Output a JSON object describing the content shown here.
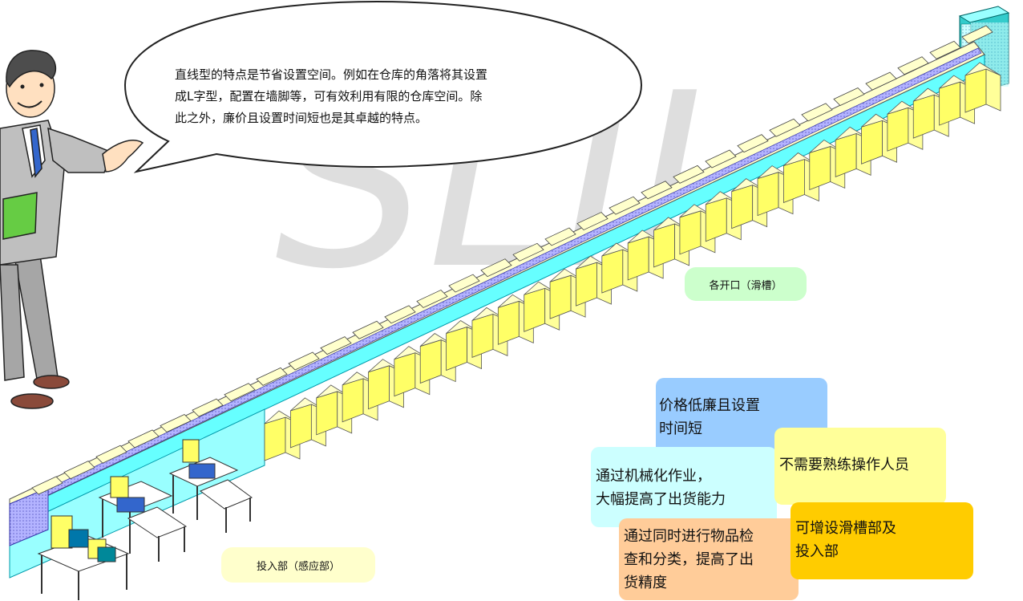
{
  "speech_bubble": {
    "lines": [
      "直线型的特点是节省设置空间。例如在仓库的角落将其设置",
      "成L字型，配置在墙脚等，可有效利用有限的仓库空间。除",
      "此之外，廉价且设置时间短也是其卓越的特点。"
    ]
  },
  "watermark": {
    "text": "SLII",
    "color": "#d9d9d9"
  },
  "labels": {
    "chutes": "各开口（滑槽）",
    "induction": "投入部（感应部）"
  },
  "features": [
    {
      "lines": [
        "价格低廉且设置",
        "时间短"
      ],
      "color": "#99ccff"
    },
    {
      "lines": [
        "不需要熟练操作人员"
      ],
      "color": "#ffff99"
    },
    {
      "lines": [
        "通过机械化作业，",
        "大幅提高了出货能力"
      ],
      "color": "#ccffff"
    },
    {
      "lines": [
        "通过同时进行物品检",
        "查和分类，提高了出",
        "货精度"
      ],
      "color": "#ffcc99"
    },
    {
      "lines": [
        "可增设滑槽部及",
        "投入部"
      ],
      "color": "#ffcc00"
    }
  ],
  "colors": {
    "tag_bg": "#ccffcc",
    "induction_tag_bg": "#ffffcc",
    "box_fill": "#ffff66",
    "conveyor_side": "#66ffff",
    "conveyor_top": "#ffffcc",
    "belt": "#9999ff",
    "suit": "#bfbfbf",
    "tie": "#3366cc",
    "folder": "#66cc44"
  },
  "icons": [
    "presenter-man-figure",
    "open-hand-icon",
    "computer-terminal-icon",
    "roller-conveyor-icon"
  ]
}
